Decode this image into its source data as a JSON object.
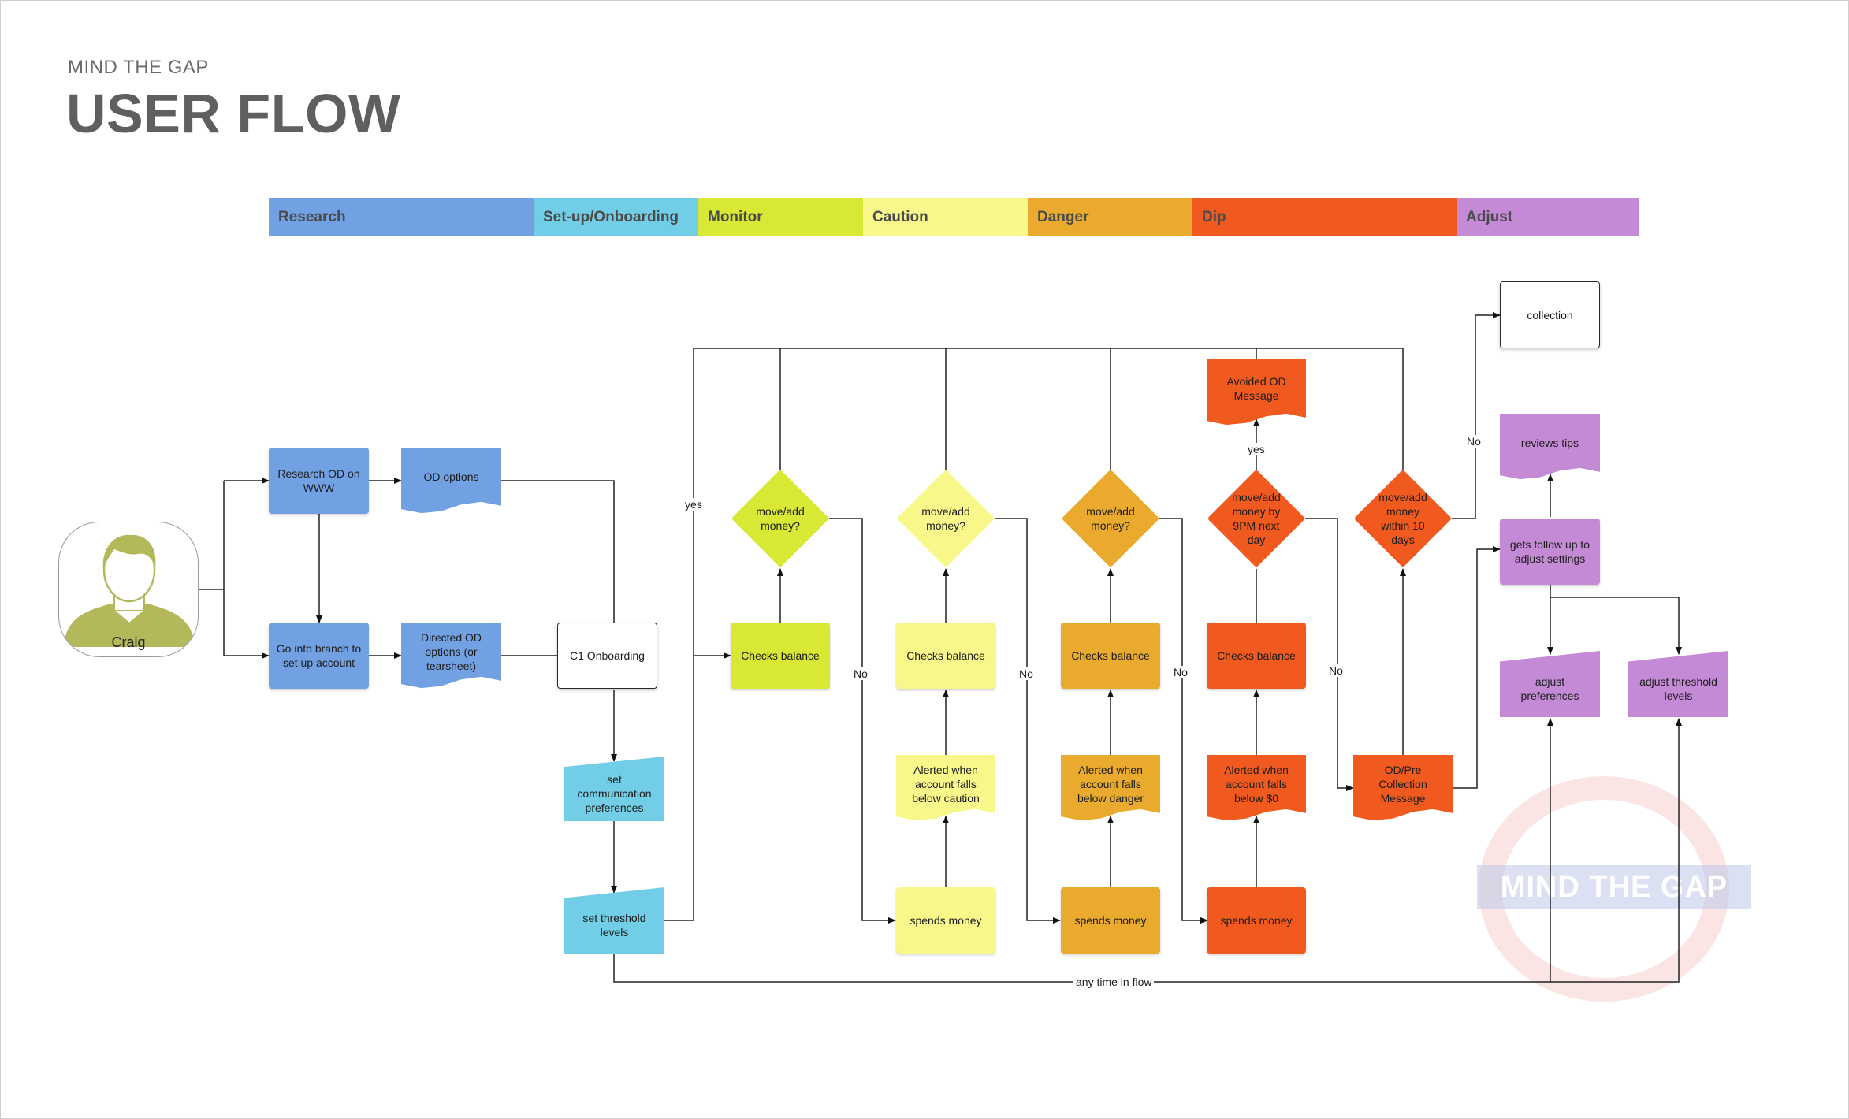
{
  "header": {
    "subtitle": "MIND THE GAP",
    "title": "USER FLOW"
  },
  "phases": [
    "Research",
    "Set-up/Onboarding",
    "Monitor",
    "Caution",
    "Danger",
    "Dip",
    "Adjust"
  ],
  "persona": {
    "name": "Craig"
  },
  "nodes": {
    "research_od": "Research OD on WWW",
    "od_options": "OD options",
    "go_branch": "Go into branch to set up account",
    "directed_od": "Directed OD options (or tearsheet)",
    "c1_onboarding": "C1 Onboarding",
    "set_comm": "set communication preferences",
    "set_threshold": "set threshold levels",
    "checks_balance_monitor": "Checks balance",
    "move_money_monitor": "move/add money?",
    "checks_balance_caution": "Checks balance",
    "move_money_caution": "move/add money?",
    "alert_caution": "Alerted when account falls below caution",
    "spends_caution": "spends money",
    "checks_balance_danger": "Checks balance",
    "move_money_danger": "move/add money?",
    "alert_danger": "Alerted when account falls below danger",
    "spends_danger": "spends money",
    "avoided_od": "Avoided OD Message",
    "move_money_9pm": "move/add money by 9PM next day",
    "checks_balance_dip": "Checks balance",
    "alert_zero": "Alerted when account falls below $0",
    "spends_dip": "spends money",
    "move_money_10days": "move/add money within 10 days",
    "od_pre_collection": "OD/Pre Collection Message",
    "collection": "collection",
    "reviews_tips": "reviews tips",
    "follow_up": "gets follow up to adjust settings",
    "adjust_prefs": "adjust preferences",
    "adjust_threshold": "adjust threshold levels"
  },
  "edge_labels": {
    "yes_loop": "yes",
    "yes_avoided": "yes",
    "no_monitor": "No",
    "no_caution": "No",
    "no_danger": "No",
    "no_9pm": "No",
    "no_10days": "No",
    "any_time": "any time in flow"
  },
  "watermark": "MIND THE GAP"
}
